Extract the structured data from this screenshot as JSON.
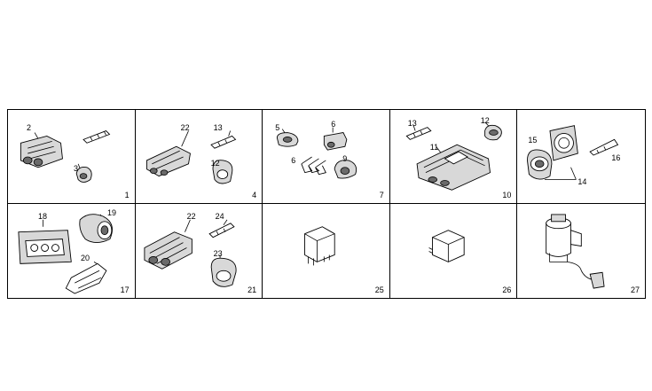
{
  "cells": [
    {
      "ref": "1",
      "labels": [
        "2",
        "3"
      ]
    },
    {
      "ref": "4",
      "labels": [
        "22",
        "13",
        "12"
      ]
    },
    {
      "ref": "7",
      "labels": [
        "5",
        "6",
        "6",
        "9"
      ]
    },
    {
      "ref": "10",
      "labels": [
        "13",
        "12",
        "11"
      ]
    },
    {
      "ref": "",
      "labels": [
        "15",
        "16",
        "14"
      ]
    },
    {
      "ref": "17",
      "labels": [
        "18",
        "19",
        "20"
      ]
    },
    {
      "ref": "21",
      "labels": [
        "22",
        "24",
        "23"
      ]
    },
    {
      "ref": "25",
      "labels": []
    },
    {
      "ref": "26",
      "labels": []
    },
    {
      "ref": "27",
      "labels": []
    }
  ]
}
